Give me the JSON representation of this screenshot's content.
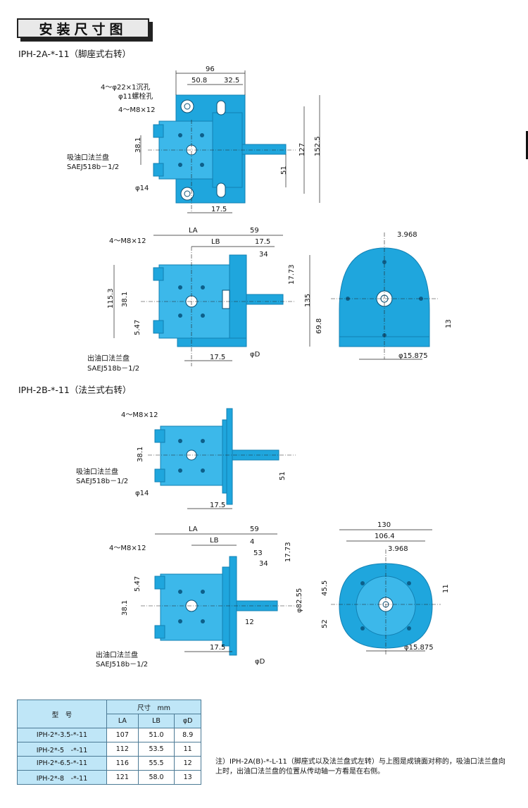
{
  "title": "安装尺寸图",
  "section1": {
    "subtitle": "IPH-2A-*-11（脚座式右转）"
  },
  "section2": {
    "subtitle": "IPH-2B-*-11（法兰式右转）"
  },
  "colors": {
    "pump_body": "#1fa6dd",
    "table_header": "#bfe6f7"
  },
  "labels": {
    "counterbore": "4～φ22×1沉孔",
    "bolt_hole": "φ11螺栓孔",
    "screw_m8": "4～M8×12",
    "suction_flange": "吸油口法兰盘",
    "saej": "SAEJ518b－1/2",
    "phi14": "φ14",
    "discharge_flange": "出油口法兰盘",
    "phiD": "φD",
    "LA": "LA",
    "LB": "LB"
  },
  "dims": {
    "d96": "96",
    "d50_8": "50.8",
    "d32_5": "32.5",
    "d38_1": "38.1",
    "d127": "127",
    "d152_5": "152.5",
    "d51": "51",
    "d17_5": "17.5",
    "d59": "59",
    "d34": "34",
    "d17_73": "17.73",
    "d115_3": "115.3",
    "d5_47": "5.47",
    "d135": "135",
    "d3_968": "3.968",
    "d69_8": "69.8",
    "d13": "13",
    "d15_875": "φ15.875",
    "d130": "130",
    "d106_4": "106.4",
    "d4": "4",
    "d53": "53",
    "d45_5": "45.5",
    "d52": "52",
    "d11": "11",
    "d12": "12",
    "d82_55": "φ82.55"
  },
  "table": {
    "header_model": "型　号",
    "header_size": "尺寸　mm",
    "cols": [
      "LA",
      "LB",
      "φD"
    ],
    "rows": [
      {
        "model": "IPH-2*-3.5-*-11",
        "LA": "107",
        "LB": "51.0",
        "D": "8.9"
      },
      {
        "model": "IPH-2*-5　-*-11",
        "LA": "112",
        "LB": "53.5",
        "D": "11"
      },
      {
        "model": "IPH-2*-6.5-*-11",
        "LA": "116",
        "LB": "55.5",
        "D": "12"
      },
      {
        "model": "IPH-2*-8　-*-11",
        "LA": "121",
        "LB": "58.0",
        "D": "13"
      }
    ]
  },
  "note": "注）IPH-2A(B)-*-L-11（脚座式以及法兰盘式左转）与上图是成镜面对称的，吸油口法兰盘向上时，出油口法兰盘的位置从传动轴一方看是在右侧。"
}
